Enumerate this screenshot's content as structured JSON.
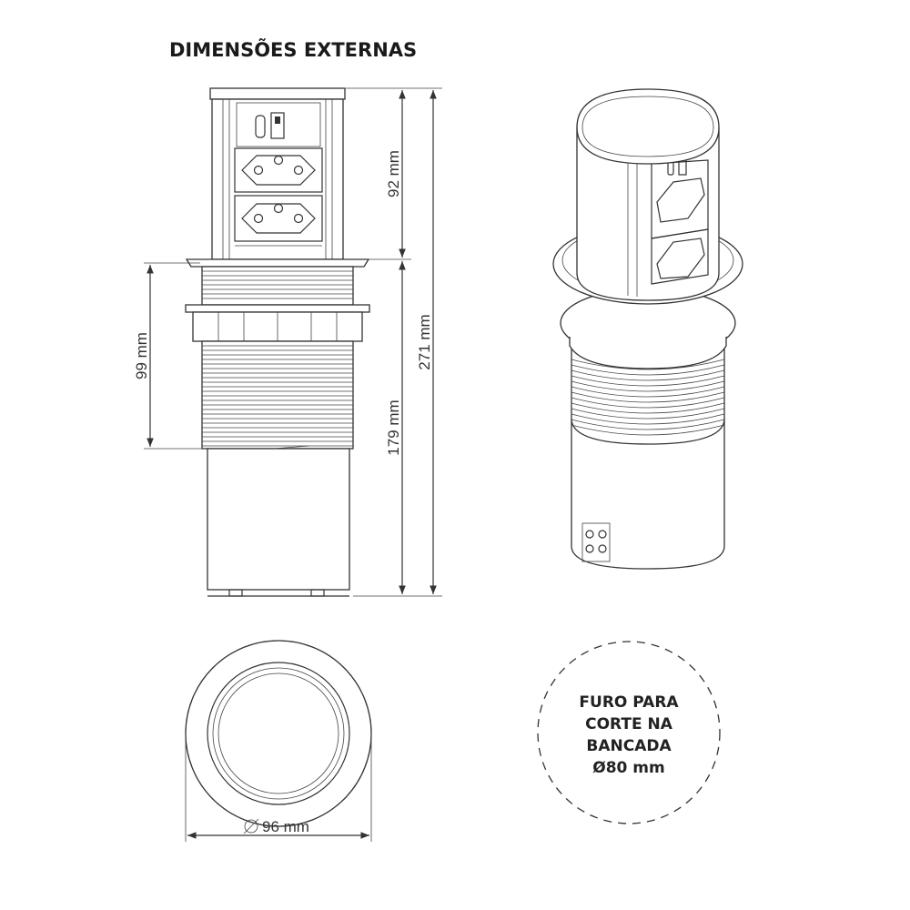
{
  "title": "DIMENSÕES EXTERNAS",
  "dimensions": {
    "top_height": "92 mm",
    "thread_height": "99 mm",
    "total_height": "271 mm",
    "bottom_height": "179 mm",
    "diameter": "96 mm"
  },
  "cutout_note": {
    "line1": "FURO PARA",
    "line2": "CORTE NA",
    "line3": "BANCADA",
    "line4": "Ø80 mm"
  },
  "colors": {
    "line": "#333333",
    "text": "#1a1a1a"
  }
}
